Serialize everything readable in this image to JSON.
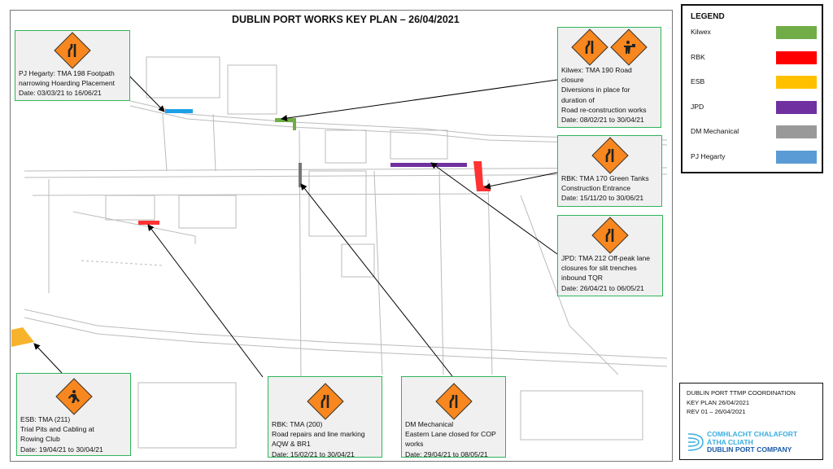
{
  "title": "DUBLIN PORT WORKS KEY PLAN – 26/04/2021",
  "legend": {
    "heading": "LEGEND",
    "items": [
      {
        "label": "Kilwex",
        "color": "#70ad47"
      },
      {
        "label": "RBK",
        "color": "#ff0000"
      },
      {
        "label": "ESB",
        "color": "#ffc000"
      },
      {
        "label": "JPD",
        "color": "#7030a0"
      },
      {
        "label": "DM Mechanical",
        "color": "#999999"
      },
      {
        "label": "PJ Hegarty",
        "color": "#5b9bd5"
      }
    ]
  },
  "callouts": {
    "pj": {
      "lines": [
        "PJ Hegarty: TMA 198 Footpath",
        "narrowing Hoarding Placement",
        "Date: 03/03/21 to 16/06/21"
      ],
      "signs": [
        "lane-narrowing"
      ]
    },
    "kilwex": {
      "lines": [
        "Kilwex: TMA 190 Road",
        "closure",
        "Diversions in place for",
        "duration of",
        "Road re-construction works",
        "Date: 08/02/21 to 30/04/21"
      ],
      "signs": [
        "lane-narrowing",
        "flagman"
      ]
    },
    "rbk170": {
      "lines": [
        "RBK: TMA 170 Green Tanks",
        "Construction Entrance",
        "Date: 15/11/20 to 30/06/21"
      ],
      "signs": [
        "lane-narrowing"
      ]
    },
    "jpd": {
      "lines": [
        "JPD: TMA 212 Off-peak lane",
        "closures for slit trenches",
        "inbound TQR",
        "Date: 26/04/21 to 06/05/21"
      ],
      "signs": [
        "lane-narrowing"
      ]
    },
    "esb": {
      "lines": [
        "ESB: TMA (211)",
        "Trial Pits and Cabling at",
        "Rowing Club",
        "Date: 19/04/21 to 30/04/21"
      ],
      "signs": [
        "roadworks"
      ]
    },
    "rbk200": {
      "lines": [
        "RBK: TMA (200)",
        "Road repairs and line marking",
        "AQW & BR1",
        "Date: 15/02/21 to 30/04/21"
      ],
      "signs": [
        "lane-narrowing"
      ]
    },
    "dm": {
      "lines": [
        "DM Mechanical",
        "Eastern Lane closed for COP",
        "works",
        "Date: 29/04/21 to 08/05/21"
      ],
      "signs": [
        "lane-narrowing"
      ]
    }
  },
  "titleblock": {
    "lines": [
      "DUBLIN PORT TTMP COORDINATION",
      "KEY PLAN  26/04/2021",
      "REV 01 – 26/04/2021"
    ],
    "logo": [
      "COMHLACHT CHALAFORT",
      "ÁTHA CLIATH",
      "DUBLIN PORT COMPANY"
    ]
  }
}
